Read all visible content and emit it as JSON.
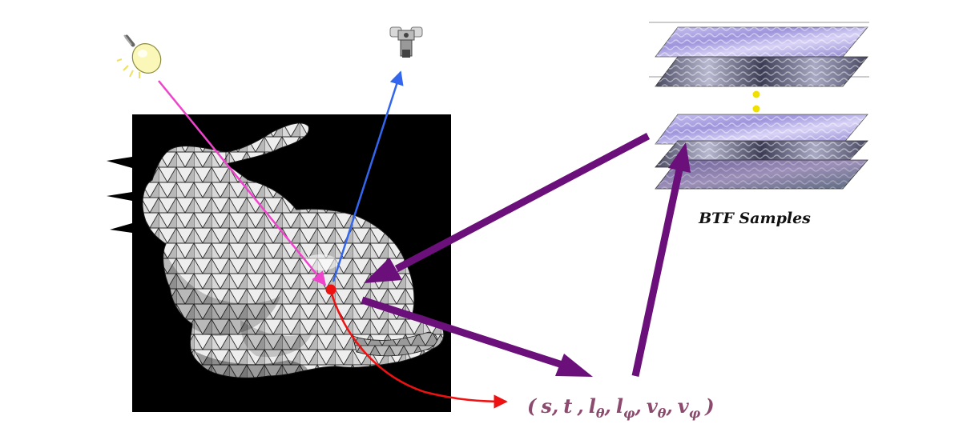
{
  "btf": {
    "title": "BTF Samples"
  },
  "formula": {
    "open": "(",
    "s": "s",
    "t": "t",
    "l": "l",
    "v": "v",
    "theta": "θ",
    "phi": "φ",
    "comma": ",",
    "close": ")"
  },
  "colors": {
    "light_ray": "#ee44cc",
    "view_ray": "#3366ee",
    "arrow": "#6b0f7a",
    "surface_point": "#ee1111",
    "formula": "#8b4a6e",
    "dots": "#f0e000"
  },
  "icons": [
    "light-bulb-icon",
    "camera-icon"
  ]
}
